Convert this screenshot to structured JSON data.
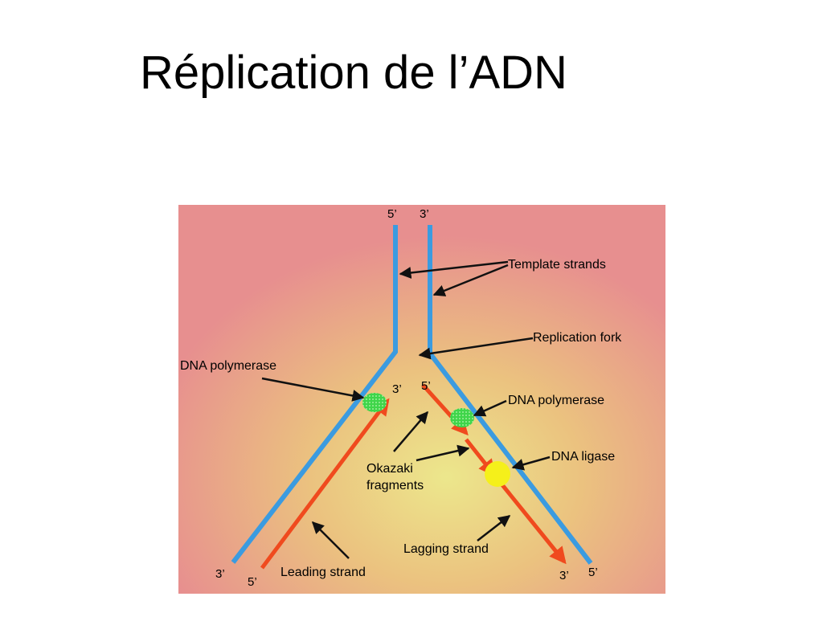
{
  "title": "Réplication de l’ADN",
  "colors": {
    "background_edge": "#e79090",
    "background_center": "#e9e48a",
    "template_strand": "#3b9be0",
    "new_strand": "#f04a1e",
    "polymerase": "#3fd54a",
    "ligase": "#f5f01a",
    "arrow": "#111111"
  },
  "diagram": {
    "labels": {
      "template_strands": "Template strands",
      "replication_fork": "Replication fork",
      "dna_polymerase_left": "DNA polymerase",
      "dna_polymerase_right": "DNA polymerase",
      "dna_ligase": "DNA ligase",
      "okazaki_line1": "Okazaki",
      "okazaki_line2": "fragments",
      "lagging_strand": "Lagging strand",
      "leading_strand": "Leading strand"
    },
    "ends": {
      "top_left": "5’",
      "top_right": "3’",
      "leading_new_3": "3’",
      "lagging_new_5": "5’",
      "bottom_left_template": "3’",
      "bottom_left_new": "5’",
      "bottom_right_new": "3’",
      "bottom_right_template": "5’"
    }
  }
}
